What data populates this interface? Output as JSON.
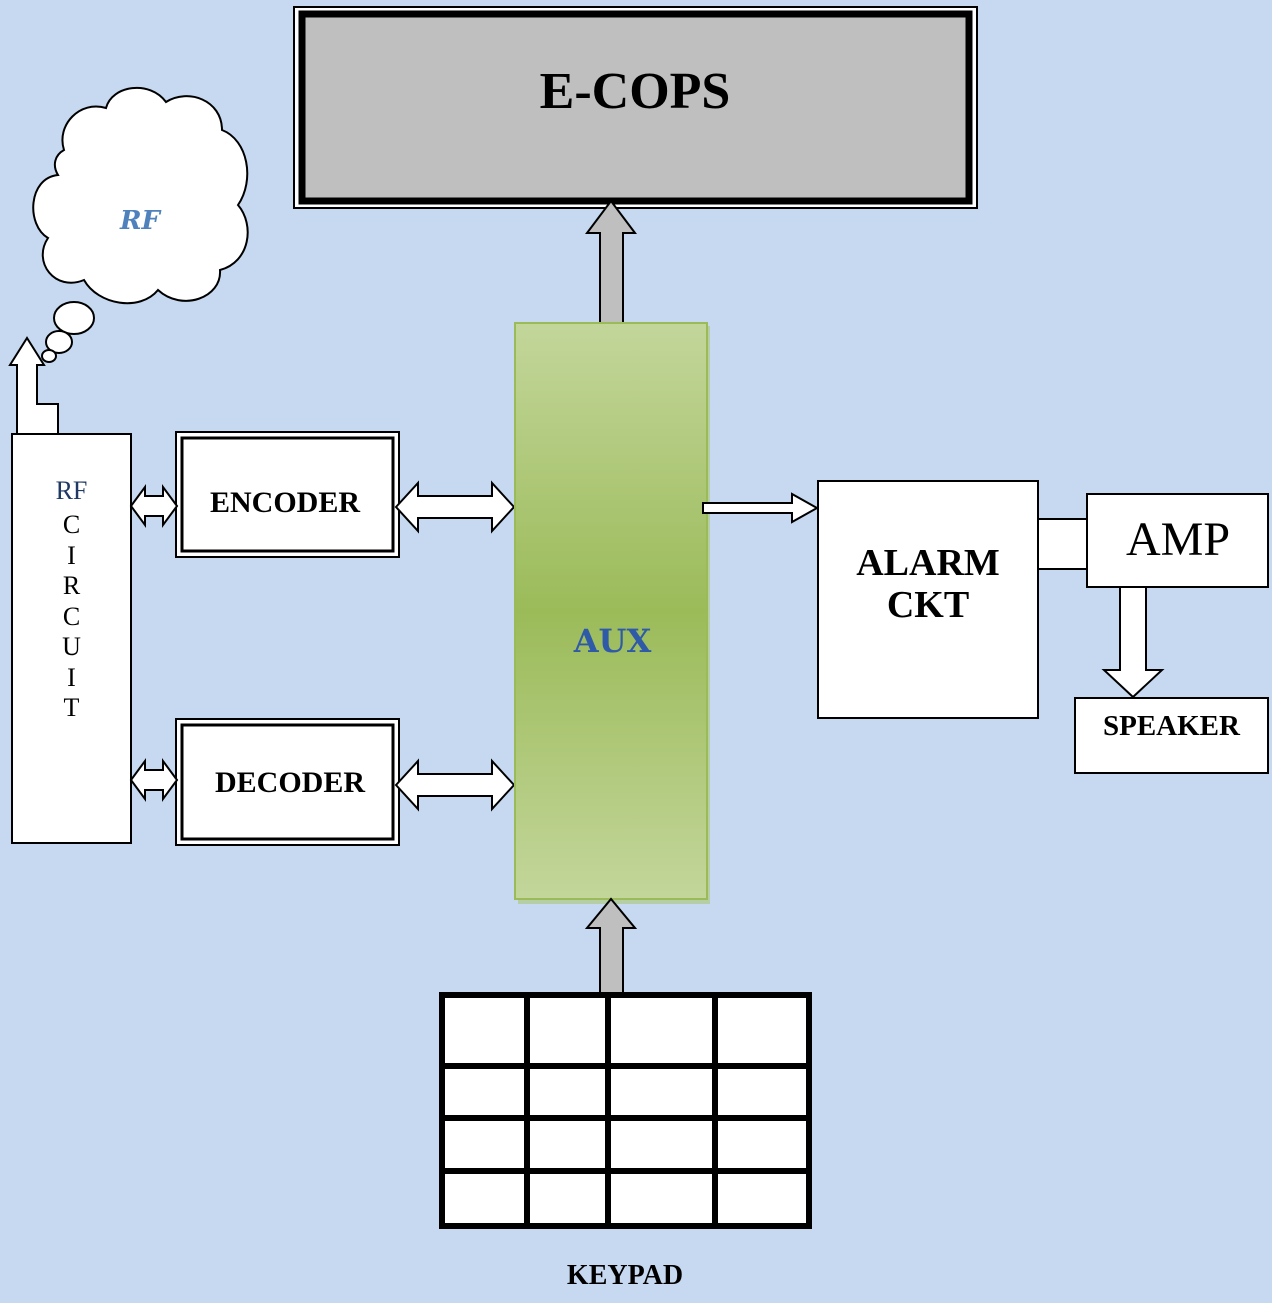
{
  "diagram": {
    "ecops_label": "E-COPS",
    "rf_cloud_label": "RF",
    "rf_circuit_top": "RF",
    "rf_circuit_letters": [
      "C",
      "I",
      "R",
      "C",
      "U",
      "I",
      "T"
    ],
    "encoder_label": "ENCODER",
    "decoder_label": "DECODER",
    "aux_label": "AUX",
    "alarm_label_line1": "ALARM",
    "alarm_label_line2": "CKT",
    "amp_label": "AMP",
    "speaker_label": "SPEAKER",
    "keypad_label": "KEYPAD",
    "keypad_rows": 4,
    "keypad_cols": 4
  },
  "colors": {
    "background": "#c6d9f0",
    "ecops_box": "#bfbfbf",
    "aux_gradient_light": "#c3d69b",
    "aux_gradient_dark": "#9bbb59",
    "arrow_gray": "#bfbfbf",
    "rf_text": "#4f81bd",
    "aux_text": "#2e5aa8"
  }
}
